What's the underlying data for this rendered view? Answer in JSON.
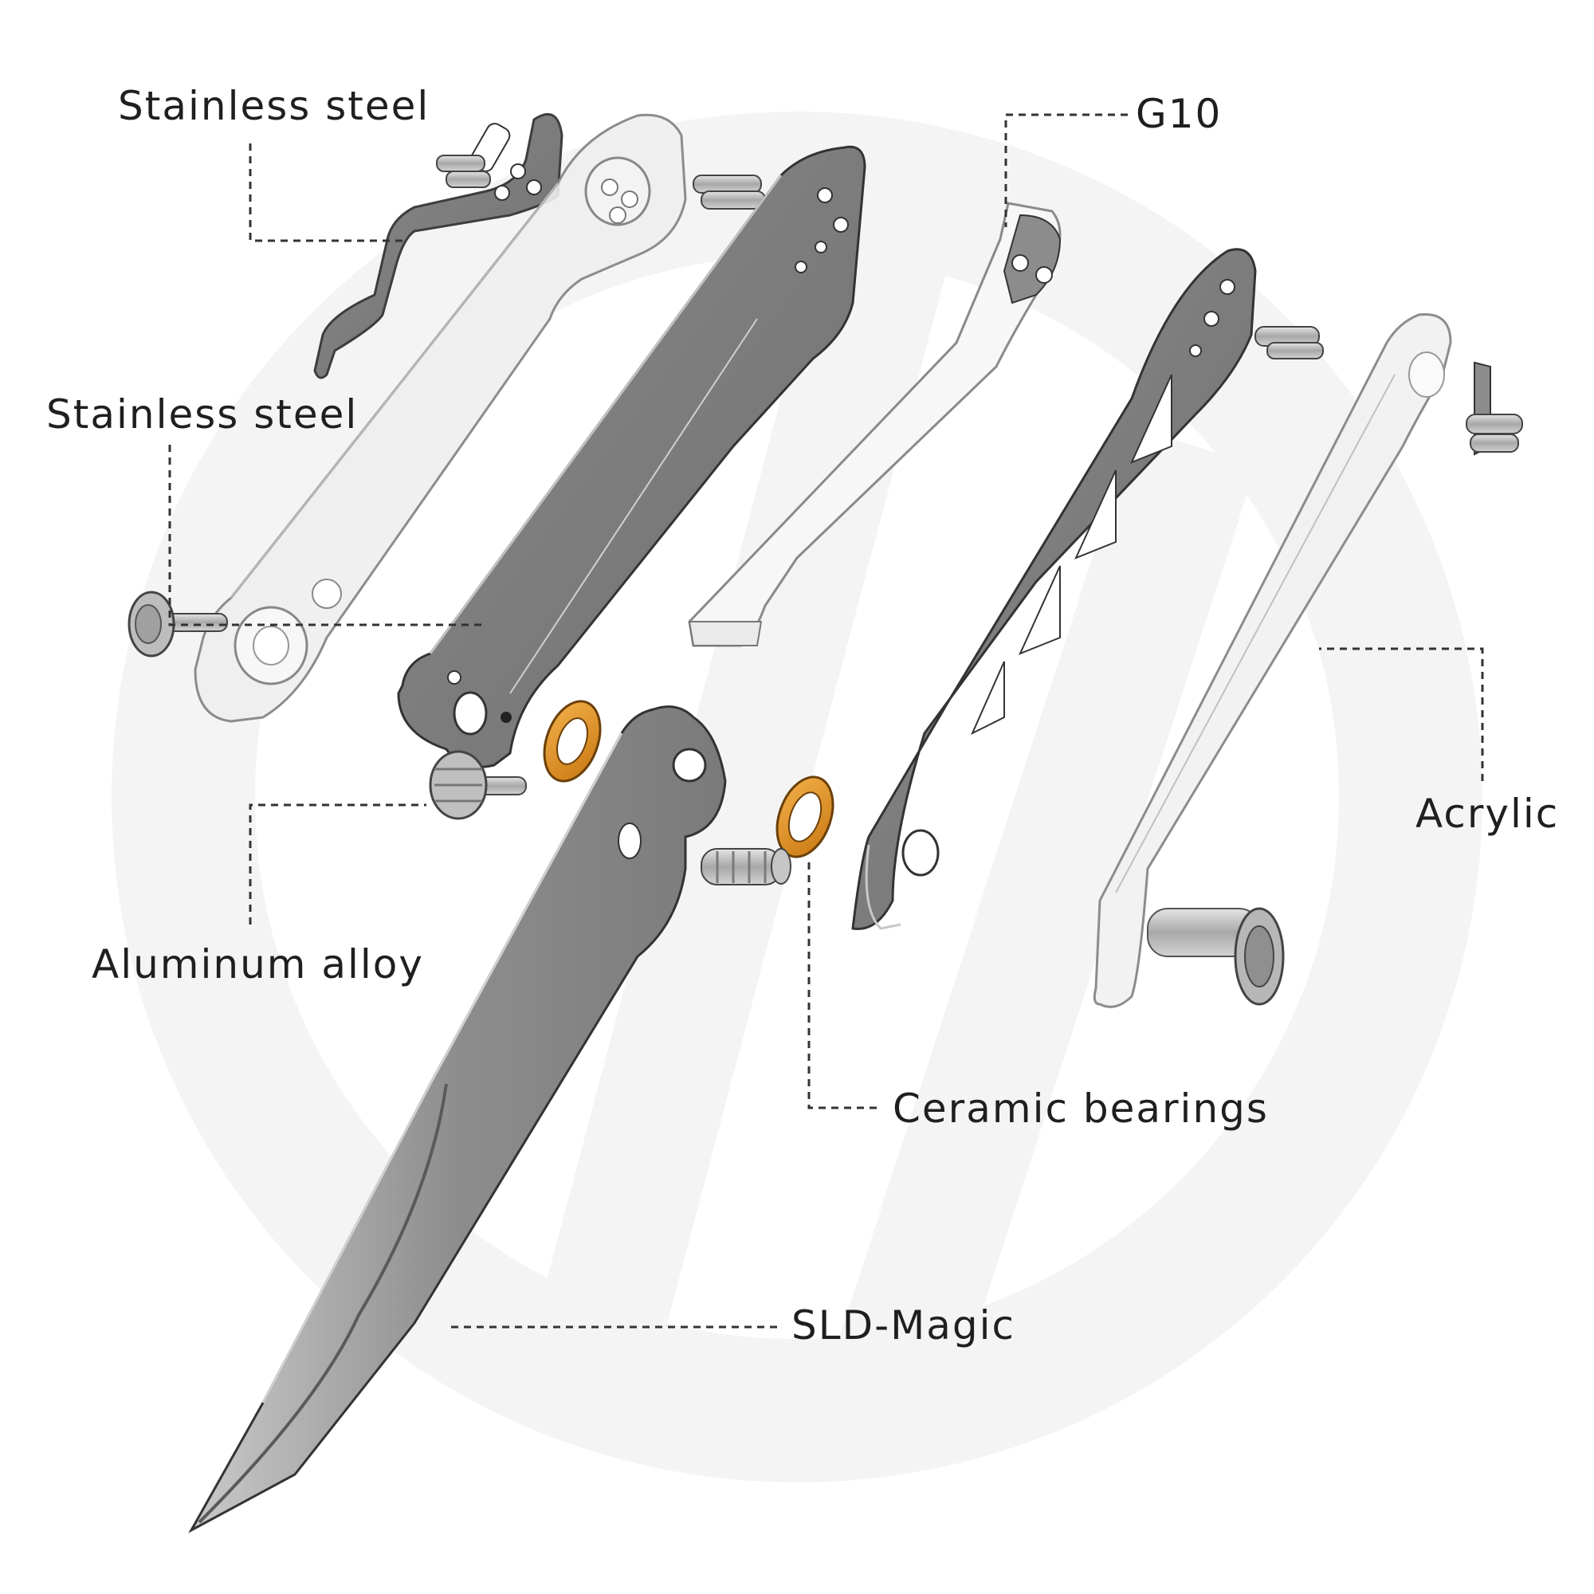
{
  "labels": {
    "pocket_clip": "Stainless steel",
    "steel_liner": "Stainless steel",
    "pivot_and_stop": "Aluminum alloy",
    "backspacer": "G10",
    "scale_right": "Acrylic",
    "bearings": "Ceramic bearings",
    "blade": "SLD-Magic"
  },
  "colors": {
    "background": "#ffffff",
    "watermark": "#f3f3f3",
    "steel_dark": "#7d7d7d",
    "steel_mid": "#9a9a9a",
    "steel_light": "#cfcfcf",
    "acrylic": "#ececec",
    "bearing": "#e2952c",
    "leader_line": "#333333",
    "label_text": "#1f1f1f"
  }
}
